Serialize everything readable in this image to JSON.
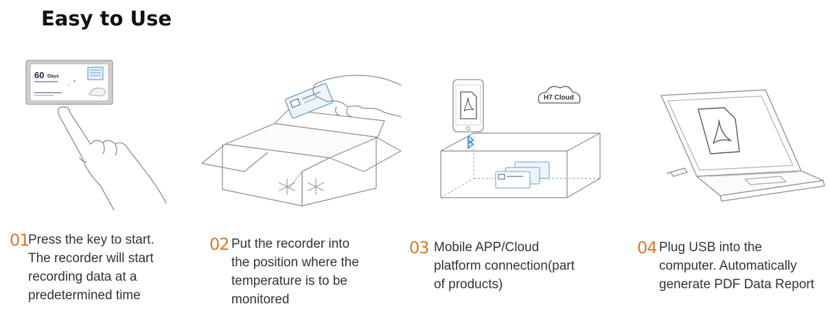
{
  "title": "Easy to Use",
  "steps": [
    {
      "number": "01",
      "lines": [
        "Press the key to start.",
        "The recorder will start",
        "recording data at a",
        "predetermined time"
      ]
    },
    {
      "number": "02",
      "lines": [
        "Put the recorder into",
        "the position where the",
        "temperature is to be",
        "monitored"
      ]
    },
    {
      "number": "03",
      "lines": [
        "Mobile APP/Cloud",
        "platform connection(part",
        "of products)"
      ]
    },
    {
      "number": "04",
      "lines": [
        "Plug USB into the",
        "computer. Automatically",
        "generate PDF Data Report"
      ]
    }
  ],
  "illustrations": {
    "recorder_card": {
      "days_number": "60",
      "days_word": "Days",
      "icon": "recorder-card-icon"
    },
    "cloud_label": "H7 Cloud",
    "icons": [
      "hand-pointer-icon",
      "hand-holding-icon",
      "box-icon",
      "snowflake-icon",
      "phone-icon",
      "pdf-icon",
      "bluetooth-icon",
      "cloud-icon",
      "laptop-icon",
      "usb-icon"
    ]
  },
  "colors": {
    "step_number": "#d97a2b",
    "bluetooth": "#2a8ad6",
    "line_art": "#8a8a8a",
    "card_border": "#5f9fd4"
  }
}
